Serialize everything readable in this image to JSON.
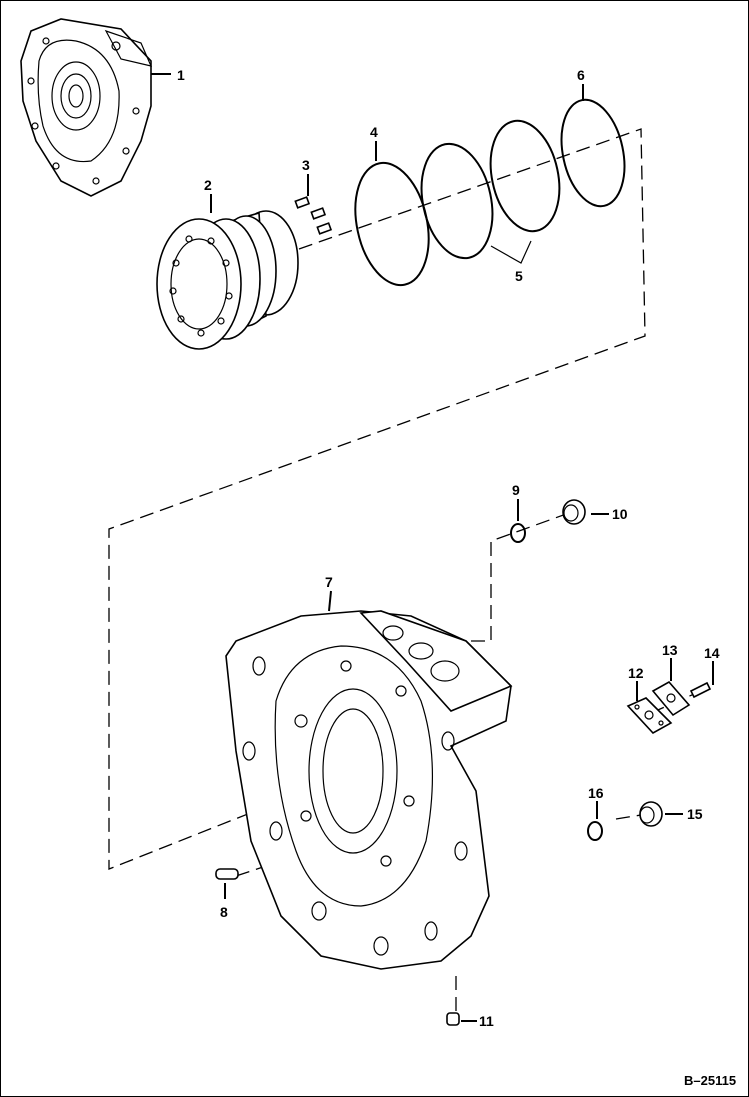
{
  "diagram": {
    "reference": "B–25115",
    "callouts": [
      {
        "id": "c1",
        "text": "1"
      },
      {
        "id": "c2",
        "text": "2"
      },
      {
        "id": "c3",
        "text": "3"
      },
      {
        "id": "c4",
        "text": "4"
      },
      {
        "id": "c5",
        "text": "5"
      },
      {
        "id": "c6",
        "text": "6"
      },
      {
        "id": "c7",
        "text": "7"
      },
      {
        "id": "c8",
        "text": "8"
      },
      {
        "id": "c9",
        "text": "9"
      },
      {
        "id": "c10",
        "text": "10"
      },
      {
        "id": "c11",
        "text": "11"
      },
      {
        "id": "c12",
        "text": "12"
      },
      {
        "id": "c13",
        "text": "13"
      },
      {
        "id": "c14",
        "text": "14"
      },
      {
        "id": "c15",
        "text": "15"
      },
      {
        "id": "c16",
        "text": "16"
      }
    ]
  }
}
